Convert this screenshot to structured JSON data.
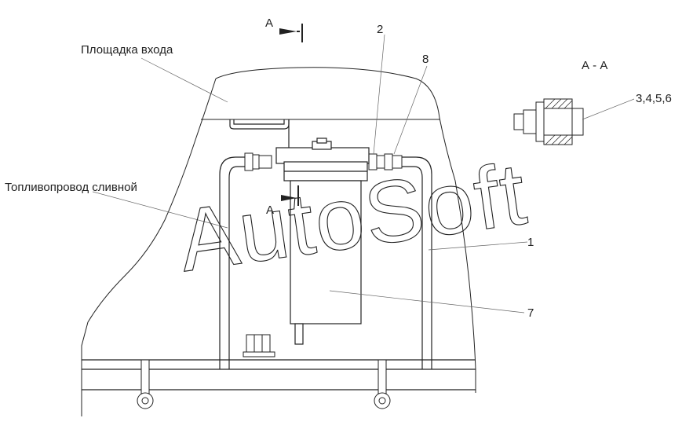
{
  "section": {
    "marker_top": "А",
    "marker_mid": "А",
    "view_title": "А - А"
  },
  "labels": {
    "platform": "Площадка входа",
    "drain_line": "Топливопровод сливной"
  },
  "callouts": {
    "c1": "1",
    "c2": "2",
    "c7": "7",
    "c8": "8",
    "c3456": "3,4,5,6"
  },
  "watermark": "AutoSoft"
}
